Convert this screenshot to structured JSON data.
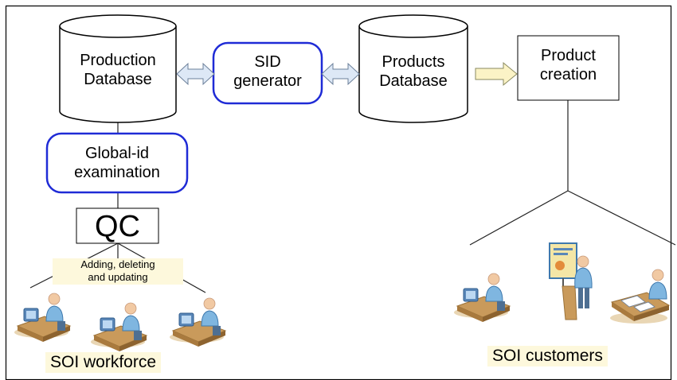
{
  "nodes": {
    "production_db": {
      "line1": "Production",
      "line2": "Database"
    },
    "sid_generator": {
      "line1": "SID",
      "line2": "generator"
    },
    "products_db": {
      "line1": "Products",
      "line2": "Database"
    },
    "product_creation": {
      "line1": "Product",
      "line2": "creation"
    },
    "global_id": {
      "line1": "Global-id",
      "line2": "examination"
    },
    "qc": "QC"
  },
  "workforce": {
    "note_line1": "Adding, deleting",
    "note_line2": "and updating",
    "label": "SOI workforce"
  },
  "customers": {
    "label": "SOI customers"
  },
  "colors": {
    "rounded_box_border": "#1f2bd6",
    "double_arrow_fill": "#dde8f6",
    "single_arrow_fill": "#fbf3c6",
    "label_background": "#fdf8dc",
    "desk": "#c99a5b",
    "person": "#7fb6e0"
  },
  "icons": [
    "database-cylinder-icon",
    "double-arrow-icon",
    "arrow-right-icon",
    "computer-user-icon",
    "presenter-icon",
    "desk-reader-icon"
  ]
}
